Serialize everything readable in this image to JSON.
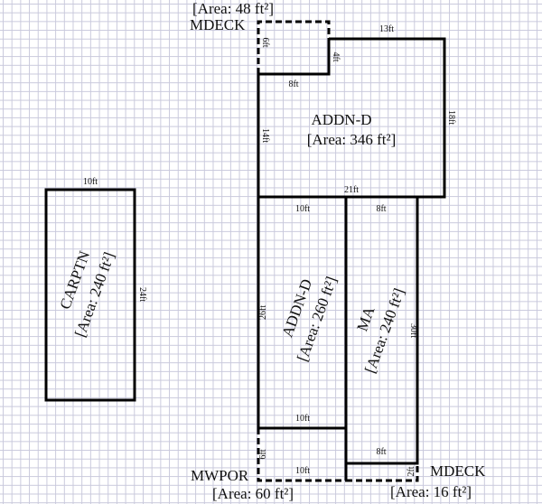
{
  "rooms": {
    "mdeck_top": {
      "name": "MDECK",
      "area": "[Area: 48 ft²]",
      "dims": {
        "left": "6ft",
        "right": "4ft",
        "bottom": "8ft"
      }
    },
    "addn_d_top": {
      "name": "ADDN-D",
      "area": "[Area: 346 ft²]",
      "dims": {
        "top": "13ft",
        "right": "18ft",
        "left": "14ft",
        "bottom": "21ft"
      }
    },
    "addn_d_lower": {
      "name": "ADDN-D",
      "area": "[Area: 260 ft²]",
      "dims": {
        "top": "10ft",
        "left": "26ft",
        "bottom": "10ft"
      }
    },
    "ma": {
      "name": "MA",
      "area": "[Area: 240 ft²]",
      "dims": {
        "top": "8ft",
        "right": "30ft",
        "bottom": "8ft"
      }
    },
    "mwpor": {
      "name": "MWPOR",
      "area": "[Area: 60 ft²]",
      "dims": {
        "left": "6ft",
        "bottom": "10ft"
      }
    },
    "mdeck_bottom": {
      "name": "MDECK",
      "area": "[Area: 16 ft²]",
      "dims": {
        "right": "2ft"
      }
    },
    "carptn": {
      "name": "CARPTN",
      "area": "[Area: 240 ft²]",
      "dims": {
        "top": "10ft",
        "right": "24ft"
      }
    }
  }
}
